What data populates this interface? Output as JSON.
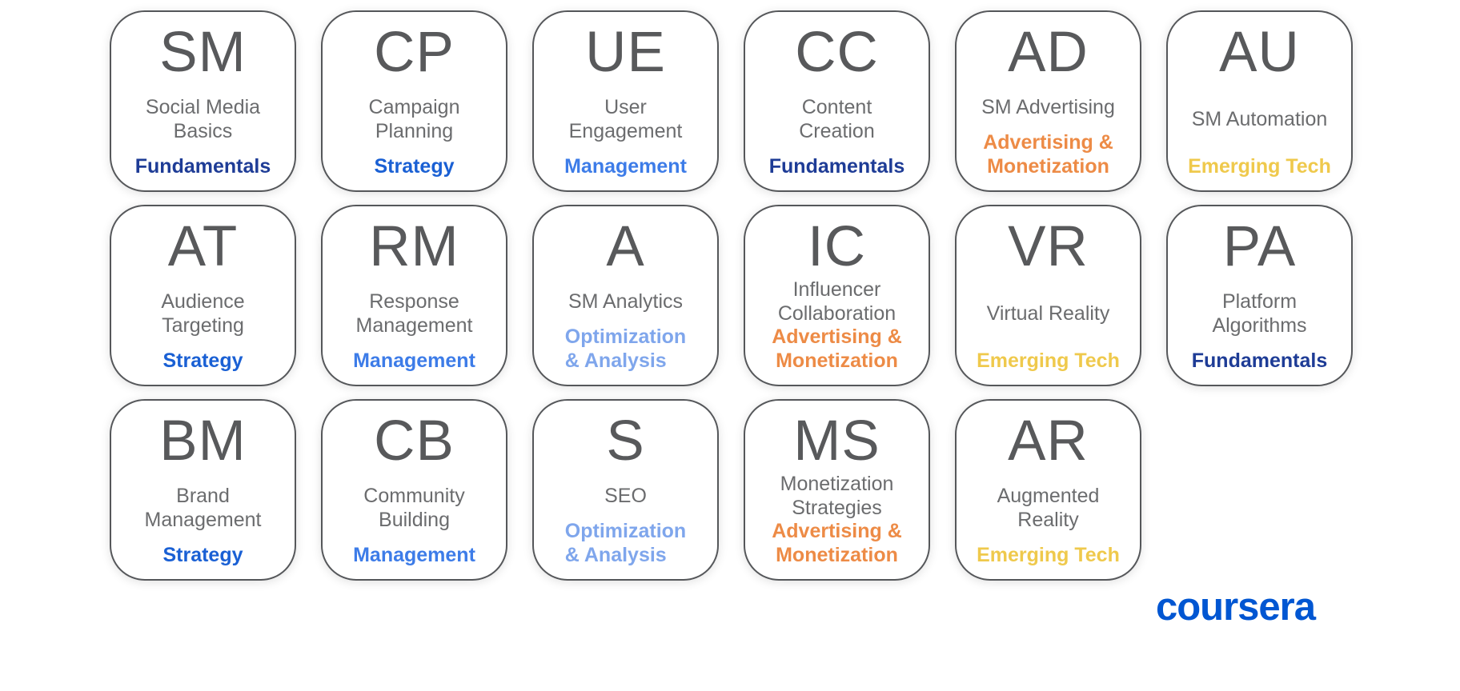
{
  "cards": [
    {
      "abbr": "SM",
      "name": "Social Media\nBasics",
      "category": "Fundamentals",
      "category_color": "#1E3C96"
    },
    {
      "abbr": "CP",
      "name": "Campaign\nPlanning",
      "category": "Strategy",
      "category_color": "#1A60D4"
    },
    {
      "abbr": "UE",
      "name": "User\nEngagement",
      "category": "Management",
      "category_color": "#3D7CE8"
    },
    {
      "abbr": "AD",
      "name": "SM Advertising",
      "category": "Advertising &\nMonetization",
      "category_color": "#ED8B46"
    },
    {
      "abbr": "AU",
      "name": "SM Automation",
      "category": "Emerging Tech",
      "category_color": "#EFC94C"
    },
    {
      "abbr": "CC",
      "name": "Content\nCreation",
      "category": "Fundamentals",
      "category_color": "#1E3C96"
    },
    {
      "abbr": "AT",
      "name": "Audience\nTargeting",
      "category": "Strategy",
      "category_color": "#1A60D4"
    },
    {
      "abbr": "RM",
      "name": "Response\nManagement",
      "category": "Management",
      "category_color": "#3D7CE8"
    },
    {
      "abbr": "A",
      "name": "SM Analytics",
      "category": "Optimization\n& Analysis",
      "category_color": "#7FA6EC"
    },
    {
      "abbr": "IC",
      "name": "Influencer\nCollaboration",
      "category": "Advertising &\nMonetization",
      "category_color": "#ED8B46"
    },
    {
      "abbr": "VR",
      "name": "Virtual Reality",
      "category": "Emerging Tech",
      "category_color": "#EFC94C"
    },
    {
      "abbr": "PA",
      "name": "Platform\nAlgorithms",
      "category": "Fundamentals",
      "category_color": "#1E3C96"
    },
    {
      "abbr": "BM",
      "name": "Brand\nManagement",
      "category": "Strategy",
      "category_color": "#1A60D4"
    },
    {
      "abbr": "CB",
      "name": "Community\nBuilding",
      "category": "Management",
      "category_color": "#3D7CE8"
    },
    {
      "abbr": "S",
      "name": "SEO",
      "category": "Optimization\n& Analysis",
      "category_color": "#7FA6EC"
    },
    {
      "abbr": "MS",
      "name": "Monetization\nStrategies",
      "category": "Advertising &\nMonetization",
      "category_color": "#ED8B46"
    },
    {
      "abbr": "AR",
      "name": "Augmented\nReality",
      "category": "Emerging Tech",
      "category_color": "#EFC94C"
    }
  ],
  "brand": {
    "label": "coursera",
    "color": "#0056D2"
  }
}
